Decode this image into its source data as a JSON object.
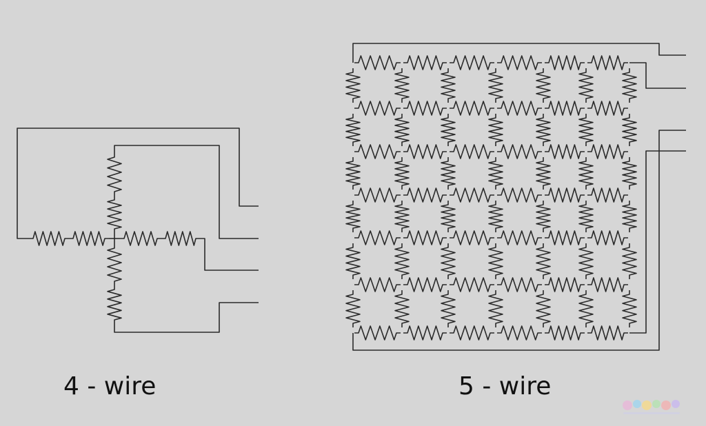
{
  "labels": {
    "four_wire": "4 - wire",
    "five_wire": "5 - wire"
  },
  "colors": {
    "background": "#d6d6d6",
    "line": "#2a2a2a"
  },
  "five_wire_grid": {
    "columns": 6,
    "rows": 7
  }
}
